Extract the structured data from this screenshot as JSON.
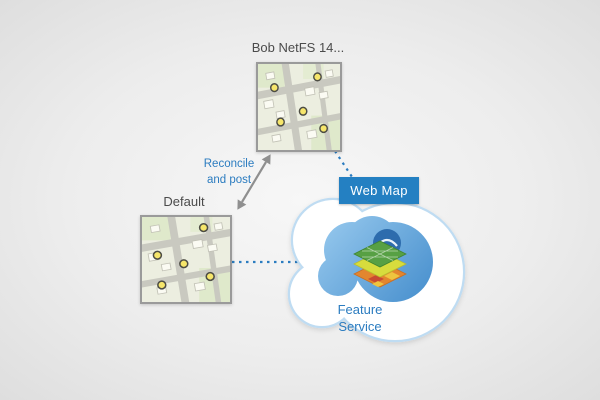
{
  "diagram": {
    "top_version": {
      "label": "Bob NetFS 14..."
    },
    "default_version": {
      "label": "Default"
    },
    "reconcile_label": {
      "line1": "Reconcile",
      "line2": "and post"
    },
    "web_map": {
      "label": "Web Map"
    },
    "feature_service": {
      "line1": "Feature",
      "line2": "Service"
    }
  },
  "colors": {
    "background": "#ececec",
    "accent_blue": "#2b7cc0",
    "web_map_background": "#2480c2",
    "label_text": "#4b4b4b",
    "arrow_gray": "#8f8f8f",
    "cloud_outline": "#bfdcf2",
    "cloud_fill_top": "#93c6ec",
    "cloud_fill_bottom": "#4b92cf",
    "marker_yellow": "#f6e66b"
  }
}
